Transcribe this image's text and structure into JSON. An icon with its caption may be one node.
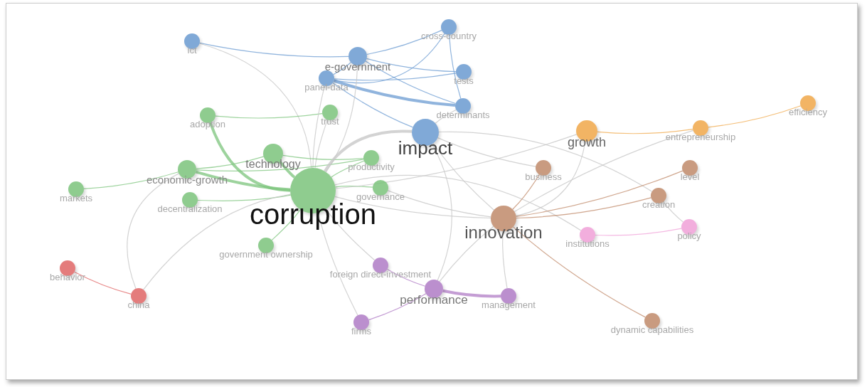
{
  "diagram": {
    "nodes": [
      {
        "text": [
          "ict"
        ]
      },
      {
        "text": [
          "cross-country"
        ]
      },
      {
        "text": [
          "e-government"
        ]
      },
      {
        "text": [
          "panel-data"
        ]
      },
      {
        "text": [
          "tests"
        ]
      },
      {
        "text": [
          "determinants"
        ]
      },
      {
        "text": [
          "adoption"
        ]
      },
      {
        "text": [
          "trust"
        ]
      },
      {
        "text": [
          "impact"
        ]
      },
      {
        "text": [
          "growth"
        ]
      },
      {
        "text": [
          "entrepreneurship"
        ]
      },
      {
        "text": [
          "efficiency"
        ]
      },
      {
        "text": [
          "technology"
        ]
      },
      {
        "text": [
          "productivity"
        ]
      },
      {
        "text": [
          "economic-growth"
        ]
      },
      {
        "text": [
          "business"
        ]
      },
      {
        "text": [
          "level"
        ]
      },
      {
        "text": [
          "markets"
        ]
      },
      {
        "text": [
          "corruption"
        ]
      },
      {
        "text": [
          "governance"
        ]
      },
      {
        "text": [
          "decentralization"
        ]
      },
      {
        "text": [
          "creation"
        ]
      },
      {
        "text": [
          "innovation"
        ]
      },
      {
        "text": [
          "institutions"
        ]
      },
      {
        "text": [
          "policy"
        ]
      },
      {
        "text": [
          "government ownership"
        ]
      },
      {
        "text": [
          "behavior"
        ]
      },
      {
        "text": [
          "foreign direct-investment"
        ]
      },
      {
        "text": [
          "china"
        ]
      },
      {
        "text": [
          "performance"
        ]
      },
      {
        "text": [
          "management"
        ]
      },
      {
        "text": [
          "firms"
        ]
      },
      {
        "text": [
          "dynamic capabilities"
        ]
      }
    ],
    "edges": [
      {
        "from": 0,
        "to": 2,
        "arrow": "none",
        "color": "#6b9bd1"
      },
      {
        "from": 2,
        "to": 1,
        "arrow": "none",
        "color": "#6b9bd1"
      },
      {
        "from": 2,
        "to": 4,
        "arrow": "none",
        "color": "#6b9bd1"
      },
      {
        "from": 2,
        "to": 5,
        "arrow": "none",
        "color": "#6b9bd1"
      },
      {
        "from": 3,
        "to": 2,
        "arrow": "none",
        "color": "#6b9bd1"
      },
      {
        "from": 3,
        "to": 4,
        "arrow": "none",
        "color": "#6b9bd1"
      },
      {
        "from": 3,
        "to": 5,
        "arrow": "none",
        "color": "#6b9bd1",
        "style": "thick"
      },
      {
        "from": 3,
        "to": 1,
        "arrow": "none",
        "color": "#6b9bd1"
      },
      {
        "from": 1,
        "to": 5,
        "arrow": "none",
        "color": "#6b9bd1"
      },
      {
        "from": 3,
        "to": 8,
        "arrow": "none",
        "color": "#6b9bd1"
      },
      {
        "from": 5,
        "to": 8,
        "arrow": "none"
      },
      {
        "from": 0,
        "to": 18,
        "arrow": "none"
      },
      {
        "from": 6,
        "to": 7,
        "arrow": "none",
        "color": "#7cc47c"
      },
      {
        "from": 6,
        "to": 18,
        "arrow": "none",
        "color": "#7cc47c",
        "style": "thick"
      },
      {
        "from": 7,
        "to": 18,
        "arrow": "none"
      },
      {
        "from": 2,
        "to": 18,
        "arrow": "none"
      },
      {
        "from": 3,
        "to": 18,
        "arrow": "none"
      },
      {
        "from": 12,
        "to": 18,
        "arrow": "none",
        "color": "#7cc47c",
        "style": "thick"
      },
      {
        "from": 12,
        "to": 13,
        "arrow": "none",
        "color": "#7cc47c"
      },
      {
        "from": 14,
        "to": 18,
        "arrow": "none",
        "color": "#7cc47c",
        "style": "thick"
      },
      {
        "from": 14,
        "to": 12,
        "arrow": "none",
        "color": "#7cc47c"
      },
      {
        "from": 14,
        "to": 13,
        "arrow": "none",
        "color": "#7cc47c"
      },
      {
        "from": 17,
        "to": 14,
        "arrow": "none",
        "color": "#7cc47c"
      },
      {
        "from": 20,
        "to": 18,
        "arrow": "none",
        "color": "#7cc47c"
      },
      {
        "from": 19,
        "to": 18,
        "arrow": "none",
        "color": "#7cc47c"
      },
      {
        "from": 13,
        "to": 18,
        "arrow": "none",
        "color": "#7cc47c"
      },
      {
        "from": 25,
        "to": 18,
        "arrow": "none",
        "color": "#7cc47c"
      },
      {
        "from": 18,
        "to": 8,
        "arrow": "none",
        "style": "thick"
      },
      {
        "from": 18,
        "to": 9,
        "arrow": "none"
      },
      {
        "from": 18,
        "to": 22,
        "arrow": "none"
      },
      {
        "from": 18,
        "to": 31,
        "arrow": "none"
      },
      {
        "from": 18,
        "to": 27,
        "arrow": "none"
      },
      {
        "from": 18,
        "to": 23,
        "arrow": "none"
      },
      {
        "from": 19,
        "to": 22,
        "arrow": "none"
      },
      {
        "from": 28,
        "to": 14,
        "arrow": "none"
      },
      {
        "from": 28,
        "to": 18,
        "arrow": "none"
      },
      {
        "from": 26,
        "to": 28,
        "arrow": "none",
        "color": "#e06666"
      },
      {
        "from": 8,
        "to": 22,
        "arrow": "none"
      },
      {
        "from": 8,
        "to": 29,
        "arrow": "none"
      },
      {
        "from": 8,
        "to": 21,
        "arrow": "none"
      },
      {
        "from": 8,
        "to": 15,
        "arrow": "none"
      },
      {
        "from": 9,
        "to": 10,
        "arrow": "none",
        "color": "#f0a84a"
      },
      {
        "from": 10,
        "to": 11,
        "arrow": "none",
        "color": "#f0a84a"
      },
      {
        "from": 9,
        "to": 22,
        "arrow": "none"
      },
      {
        "from": 10,
        "to": 22,
        "arrow": "none"
      },
      {
        "from": 22,
        "to": 15,
        "arrow": "none",
        "color": "#c08a6a"
      },
      {
        "from": 22,
        "to": 16,
        "arrow": "none",
        "color": "#c08a6a"
      },
      {
        "from": 22,
        "to": 21,
        "arrow": "none",
        "color": "#c08a6a"
      },
      {
        "from": 22,
        "to": 32,
        "arrow": "none",
        "color": "#c08a6a"
      },
      {
        "from": 22,
        "to": 29,
        "arrow": "none"
      },
      {
        "from": 22,
        "to": 30,
        "arrow": "none"
      },
      {
        "from": 23,
        "to": 24,
        "arrow": "none",
        "color": "#f0a0d8"
      },
      {
        "from": 21,
        "to": 24,
        "arrow": "none"
      },
      {
        "from": 29,
        "to": 30,
        "arrow": "none",
        "color": "#b07cc6",
        "style": "thick"
      },
      {
        "from": 27,
        "to": 29,
        "arrow": "none",
        "color": "#b07cc6"
      },
      {
        "from": 31,
        "to": 29,
        "arrow": "none",
        "color": "#b07cc6"
      }
    ]
  }
}
